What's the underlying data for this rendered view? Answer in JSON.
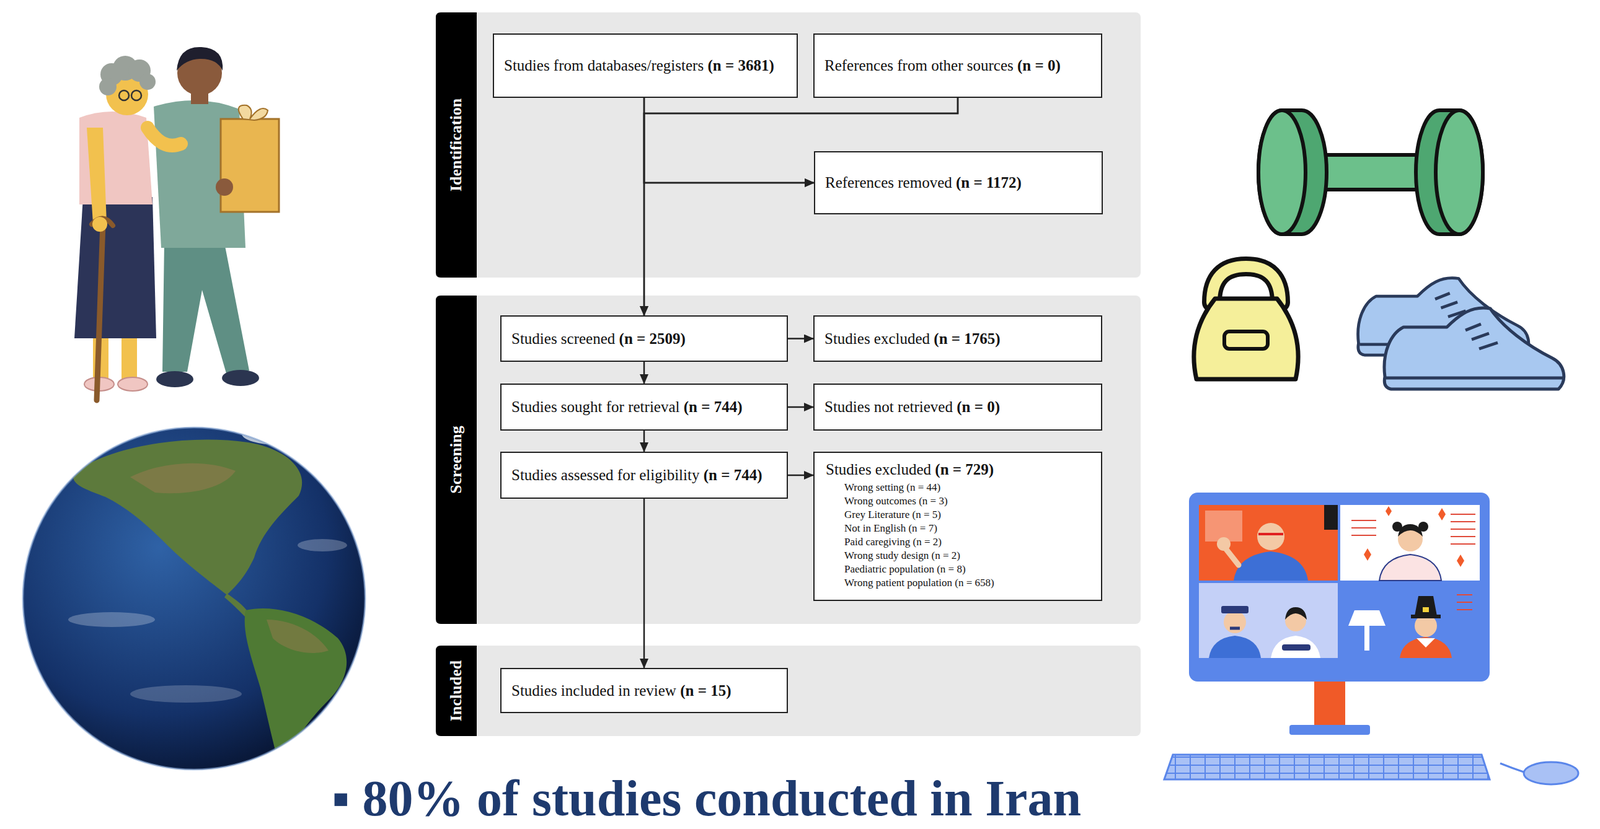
{
  "diagram": {
    "nodes": [
      {
        "text": [
          "Identification"
        ]
      },
      {
        "text": [
          "Studies from databases/registers (n = 3681)"
        ],
        "in": 0
      },
      {
        "text": [
          "References from other sources (n = 0)"
        ],
        "in": 0
      },
      {
        "text": [
          "References removed (n = 1172)"
        ],
        "in": 0
      },
      {
        "text": [
          "Screening"
        ]
      },
      {
        "text": [
          "Studies screened (n = 2509)"
        ],
        "in": 4
      },
      {
        "text": [
          "Studies excluded (n = 1765)"
        ],
        "in": 4
      },
      {
        "text": [
          "Studies sought for retrieval (n = 744)"
        ],
        "in": 4
      },
      {
        "text": [
          "Studies not retrieved (n = 0)"
        ],
        "in": 4
      },
      {
        "text": [
          "Studies assessed for eligibility (n = 744)"
        ],
        "in": 4
      },
      {
        "text": [
          "Studies excluded (n = 729)",
          "Wrong setting (n = 44)",
          "Wrong outcomes (n = 3)",
          "Grey Literature (n = 5)",
          "Not in English (n = 7)",
          "Paid caregiving (n = 2)",
          "Wrong study design (n = 2)",
          "Paediatric population (n = 8)",
          "Wrong patient population (n = 658)"
        ],
        "in": 4
      },
      {
        "text": [
          "Included"
        ]
      },
      {
        "text": [
          "Studies included in review (n = 15)"
        ],
        "in": 11
      }
    ],
    "edges": [
      {
        "from": 1,
        "to": 3,
        "arrow": "to"
      },
      {
        "from": 1,
        "to": 5,
        "arrow": "to"
      },
      {
        "from": 2,
        "to": 3,
        "arrow": "to"
      },
      {
        "from": 2,
        "to": 5,
        "arrow": "to"
      },
      {
        "from": 5,
        "to": 6,
        "arrow": "to"
      },
      {
        "from": 5,
        "to": 7,
        "arrow": "to"
      },
      {
        "from": 7,
        "to": 8,
        "arrow": "to"
      },
      {
        "from": 7,
        "to": 9,
        "arrow": "to"
      },
      {
        "from": 9,
        "to": 10,
        "arrow": "to"
      },
      {
        "from": 9,
        "to": 12,
        "arrow": "to"
      }
    ],
    "labels": [
      "▪ 80% of studies conducted in Iran"
    ]
  }
}
